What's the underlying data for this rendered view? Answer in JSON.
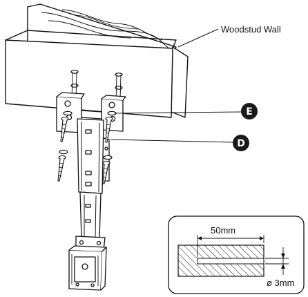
{
  "labels": {
    "wall": "Woodstud Wall",
    "part_e": "E",
    "part_d": "D",
    "depth": "50mm",
    "diameter": "ø 3mm"
  },
  "colors": {
    "ink": "#111111",
    "badge": "#1a1a1a",
    "paper": "#ffffff"
  }
}
